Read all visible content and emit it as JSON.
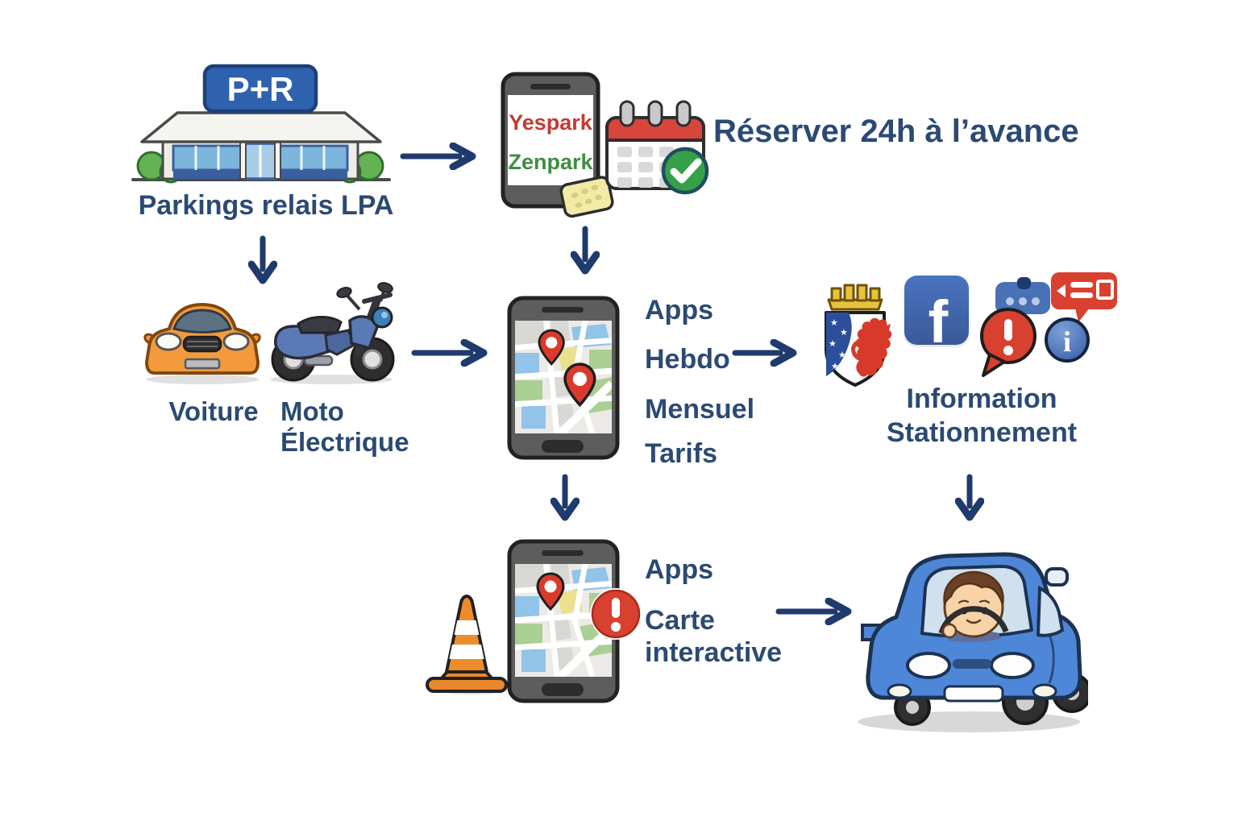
{
  "building": {
    "sign": "P+R",
    "label": "Parkings relais LPA"
  },
  "booking": {
    "apps": [
      {
        "name": "Yespark",
        "color": "#c23b32"
      },
      {
        "name": "Zenpark",
        "color": "#3f8e43"
      }
    ],
    "headline": "Réserver 24h à l’avance"
  },
  "vehicles": {
    "car": "Voiture",
    "moto_line1": "Moto",
    "moto_line2": "Électrique"
  },
  "tariffs": {
    "items": [
      "Apps",
      "Hebdo",
      "Mensuel",
      "Tarifs"
    ]
  },
  "information": {
    "line1": "Information",
    "line2": "Stationnement"
  },
  "interactive_map": {
    "line1": "Apps",
    "line2": "Carte",
    "line3": "interactive"
  },
  "icons": {
    "building": "parking-relay-building",
    "phone_booking": "smartphone-booking-apps",
    "calendar_check": "calendar-with-green-check",
    "ticket": "parking-ticket",
    "car_orange": "orange-car-front",
    "moto": "blue-electric-scooter",
    "phone_map": "smartphone-map-pins",
    "crest": "lyon-coat-of-arms",
    "facebook_glyph": "f",
    "chat_bubble": "chat-dots-bubble",
    "message_bubble": "red-notification-bubble",
    "alert_glyph": "!",
    "info_glyph": "i",
    "traffic_cone": "traffic-cone",
    "alert_circle": "map-alert-badge",
    "car_driver": "boy-driving-blue-car",
    "arrow": "flow-arrow"
  },
  "colors": {
    "text_navy": "#2b4a73",
    "arrow_navy": "#1f3a6d",
    "sign_blue": "#2f62ae",
    "red": "#d8402f",
    "green_check": "#35a048",
    "facebook_blue": "#3b5998",
    "orange_car": "#f29a3d",
    "blue_car": "#4e86d8",
    "map_green": "#a9cf92",
    "map_blue": "#92c3e8",
    "map_yellow": "#ecdf8d"
  }
}
